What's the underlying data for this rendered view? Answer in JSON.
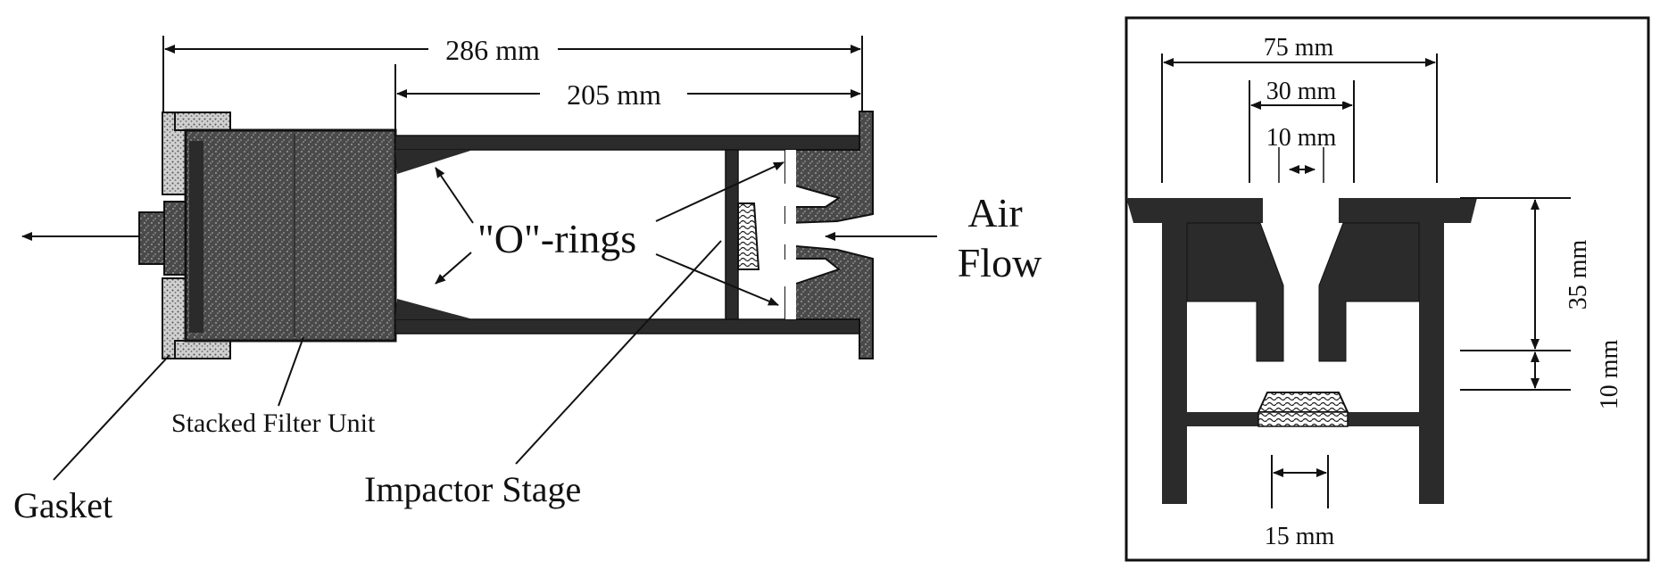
{
  "colors": {
    "ink": "#111111",
    "dark_fill": "#2b2b2b",
    "texture_fill": "#5a5a5a",
    "light_fill": "#cfcfcf",
    "background": "#ffffff"
  },
  "left_figure": {
    "dim_total": "286 mm",
    "dim_tube": "205 mm",
    "label_orings": "\"O\"-rings",
    "label_air_line1": "Air",
    "label_air_line2": "Flow",
    "label_filter": "Stacked Filter Unit",
    "label_impactor": "Impactor Stage",
    "label_gasket": "Gasket"
  },
  "right_figure": {
    "dim_width": "75 mm",
    "dim_30": "30 mm",
    "dim_10_nozzle": "10 mm",
    "dim_height": "35 mm",
    "dim_gap": "10 mm",
    "dim_plate": "15 mm"
  }
}
